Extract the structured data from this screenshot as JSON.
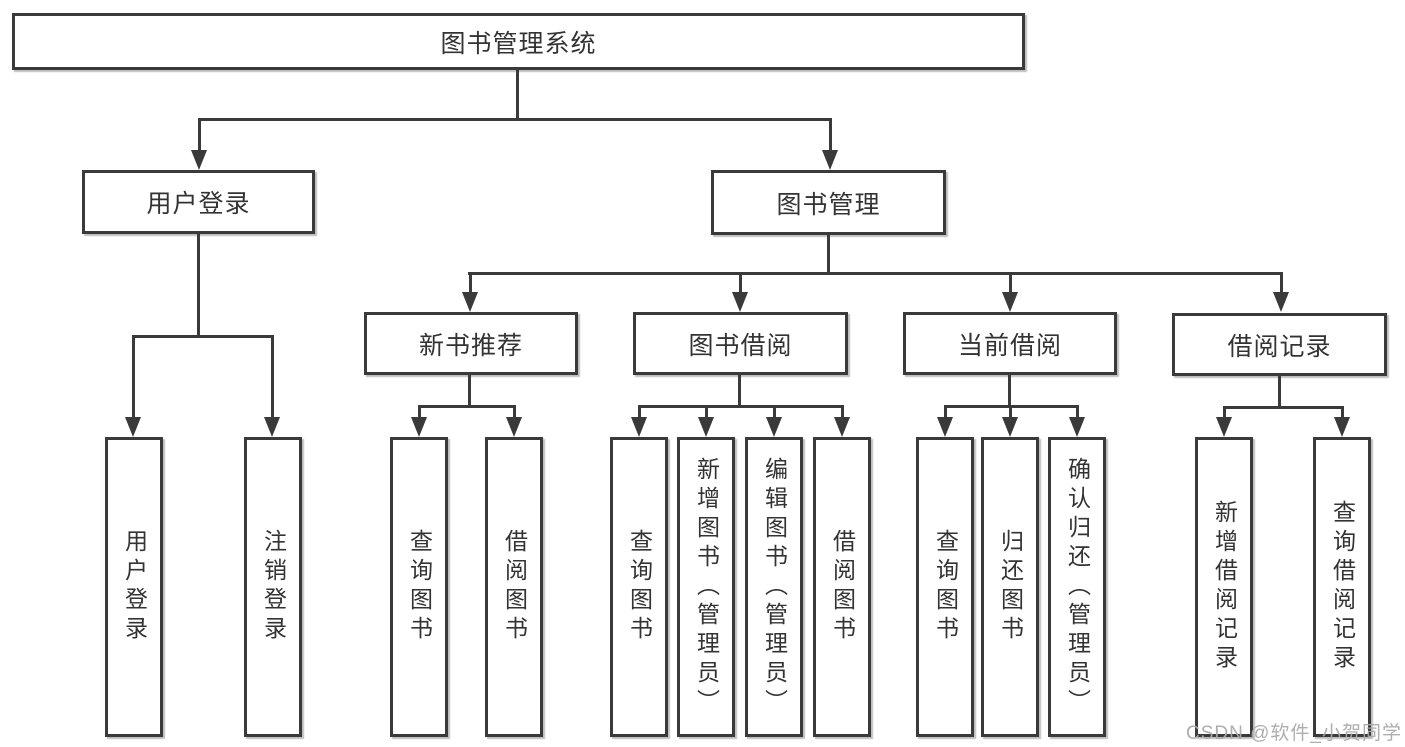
{
  "diagram": {
    "type": "tree",
    "title": "图书管理系统"
  },
  "nodes": {
    "root": "图书管理系统",
    "user_login": "用户登录",
    "book_management": "图书管理",
    "new_book_recommend": "新书推荐",
    "book_borrowing": "图书借阅",
    "current_borrowing": "当前借阅",
    "borrowing_records": "借阅记录"
  },
  "leaves": {
    "user_login": "用户登录",
    "logout": "注销登录",
    "recommend_query_books": "查询图书",
    "recommend_borrow_books": "借阅图书",
    "borrowing_query_books": "查询图书",
    "borrowing_add_books_admin": "新增图书（管理员）",
    "borrowing_edit_books_admin": "编辑图书（管理员）",
    "borrowing_borrow_books": "借阅图书",
    "current_query_books": "查询图书",
    "current_return_books": "归还图书",
    "current_confirm_return_admin": "确认归还（管理员）",
    "records_add_record": "新增借阅记录",
    "records_query_record": "查询借阅记录"
  },
  "watermark": "CSDN @软件_小贺同学",
  "colors": {
    "line": "#3a3a3a",
    "text": "#333333",
    "background": "#ffffff",
    "watermark": "#aaaaaa"
  }
}
